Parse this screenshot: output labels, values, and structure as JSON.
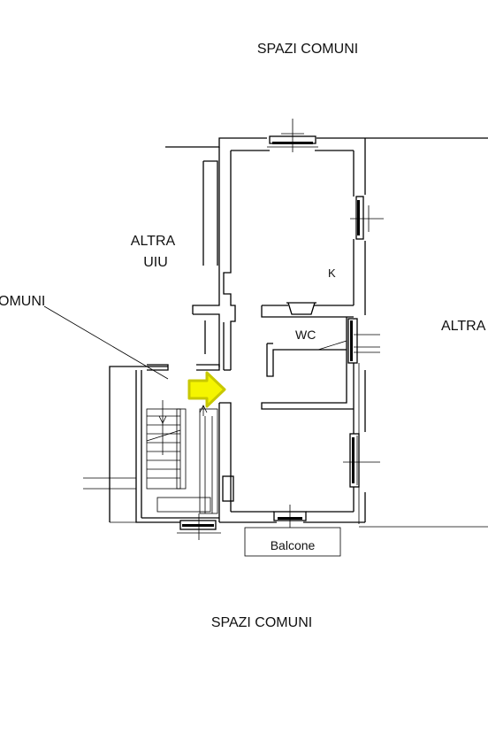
{
  "labels": {
    "top_area": "SPAZI COMUNI",
    "bottom_area": "SPAZI COMUNI",
    "left_unit_line1": "ALTRA",
    "left_unit_line2": "UIU",
    "left_common_partial": "OMUNI",
    "right_partial": "ALTRA",
    "kitchen": "K",
    "wc": "WC",
    "balcony": "Balcone"
  },
  "colors": {
    "arrow_fill": "#f5f500",
    "arrow_stroke": "#c8c800",
    "lines": "#000000",
    "background": "#ffffff"
  },
  "icons": {
    "entrance": "entrance-arrow-icon"
  }
}
